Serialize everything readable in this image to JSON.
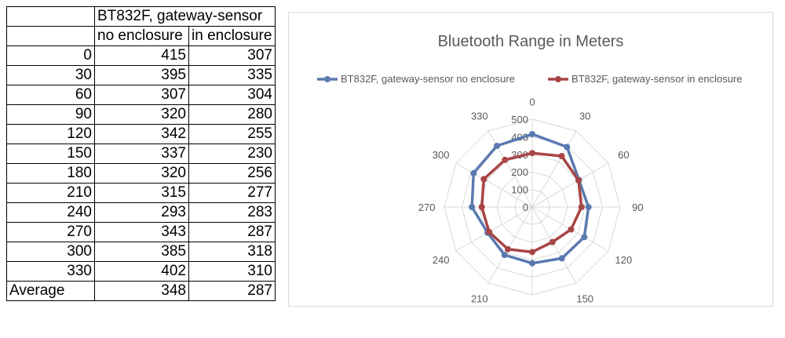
{
  "table": {
    "header_group": "BT832F, gateway-sensor",
    "col_headers": [
      "no enclosure",
      "in enclosure"
    ],
    "rows": [
      {
        "angle": "0",
        "no": "415",
        "in": "307"
      },
      {
        "angle": "30",
        "no": "395",
        "in": "335"
      },
      {
        "angle": "60",
        "no": "307",
        "in": "304"
      },
      {
        "angle": "90",
        "no": "320",
        "in": "280"
      },
      {
        "angle": "120",
        "no": "342",
        "in": "255"
      },
      {
        "angle": "150",
        "no": "337",
        "in": "230"
      },
      {
        "angle": "180",
        "no": "320",
        "in": "256"
      },
      {
        "angle": "210",
        "no": "315",
        "in": "277"
      },
      {
        "angle": "240",
        "no": "293",
        "in": "283"
      },
      {
        "angle": "270",
        "no": "343",
        "in": "287"
      },
      {
        "angle": "300",
        "no": "385",
        "in": "318"
      },
      {
        "angle": "330",
        "no": "402",
        "in": "310"
      }
    ],
    "average": {
      "label": "Average",
      "no": "348",
      "in": "287"
    }
  },
  "chart_data": {
    "type": "radar",
    "title": "Bluetooth Range in Meters",
    "categories": [
      "0",
      "30",
      "60",
      "90",
      "120",
      "150",
      "180",
      "210",
      "240",
      "270",
      "300",
      "330"
    ],
    "series": [
      {
        "name": "BT832F, gateway-sensor no enclosure",
        "color": "#5b79b0",
        "values": [
          415,
          395,
          307,
          320,
          342,
          337,
          320,
          315,
          293,
          343,
          385,
          402
        ]
      },
      {
        "name": "BT832F, gateway-sensor in enclosure",
        "color": "#a84545",
        "values": [
          307,
          335,
          304,
          280,
          255,
          230,
          256,
          277,
          283,
          287,
          318,
          310
        ]
      }
    ],
    "rmin": 0,
    "rmax": 500,
    "ticks": [
      "0",
      "100",
      "200",
      "300",
      "400",
      "500"
    ],
    "grid_color": "#d9d9d9",
    "legend_position": "top"
  }
}
